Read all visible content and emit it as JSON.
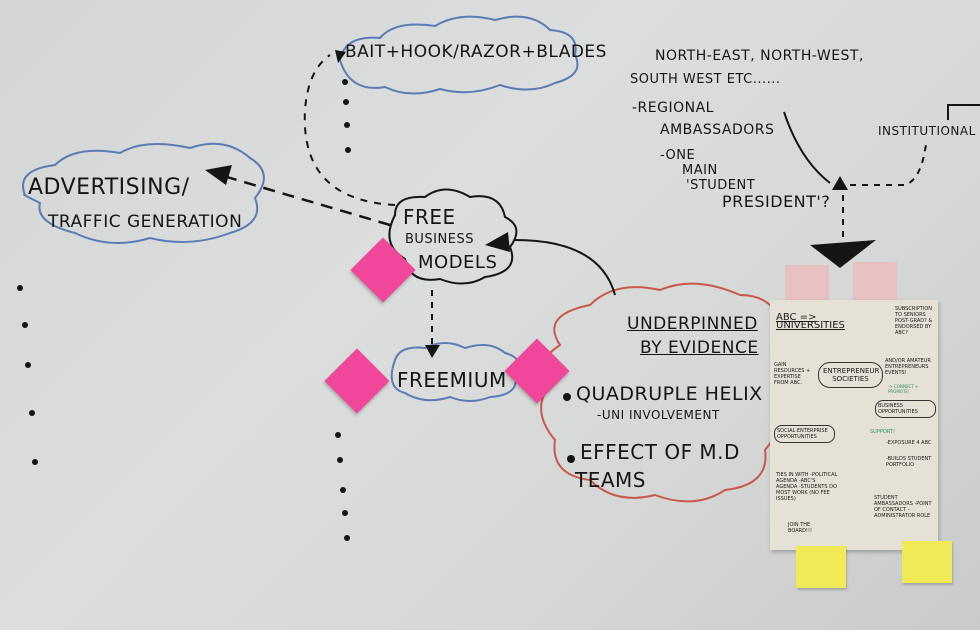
{
  "scene": "Whiteboard brainstorm about free business models",
  "nodes": {
    "bait_hook": "BAIT+HOOK/RAZOR+BLADES",
    "advertising_line1": "ADVERTISING/",
    "advertising_line2": "TRAFFIC GENERATION",
    "free_line1": "FREE",
    "free_line2": "BUSINESS",
    "free_line3": "MODELS",
    "freemium": "FREEMIUM",
    "evidence_title_1": "UNDERPINNED",
    "evidence_title_2": "BY EVIDENCE",
    "evidence_bullet_1": "QUADRUPLE HELIX",
    "evidence_sub_1": "-UNI INVOLVEMENT",
    "evidence_bullet_2": "EFFECT OF M.D",
    "evidence_bullet_2b": "TEAMS"
  },
  "notes_top_right": {
    "line1": "NORTH-EAST, NORTH-WEST,",
    "line2": "SOUTH WEST ETC......",
    "line3": "-REGIONAL",
    "line4": "AMBASSADORS",
    "line5": "-ONE",
    "line6": "MAIN",
    "line7": "'STUDENT",
    "line8": "PRESIDENT'?",
    "institutional": "INSTITUTIONAL"
  },
  "poster": {
    "header": "ABC => UNIVERSITIES",
    "top_right": "SUBSCRIPTION TO SENIORS POST-GRAD? & ENDORSED BY ABC?",
    "center": "ENTREPRENEUR SOCIETIES",
    "left": "GAIN RESOURCES + EXPERTISE FROM ABC.",
    "right": "AND/OR AMATEUR ENTREPRENEURS EVENTS!",
    "right_green": "-> CONNECT + PROMOTE!",
    "social": "SOCIAL ENTERPRISE OPPORTUNITIES",
    "business": "BUSINESS OPPORTUNITIES",
    "support": "SUPPORT!",
    "exposure": "-EXPOSURE 4 ABC",
    "builds": "-BUILDS STUDENT PORTFOLIO",
    "ties": "TIES IN WITH -POLITICAL AGENDA -ABC'S AGENDA -STUDENTS DO MOST WORK (NO FEE ISSUES)",
    "join": "JOIN THE BOARD!!!",
    "ambassadors": "STUDENT AMBASSADORS -POINT OF CONTACT -ADMINISTRATOR ROLE"
  },
  "colors": {
    "board": "#d6d8d8",
    "marker_black": "#151515",
    "cloud_blue": "#5a7bb5",
    "cloud_red": "#c9584b",
    "sticky_pink": "#f0479a",
    "sticky_yellow": "#f1ea57",
    "sticky_pale": "#e7c1c2",
    "poster": "#e6e1d6"
  }
}
